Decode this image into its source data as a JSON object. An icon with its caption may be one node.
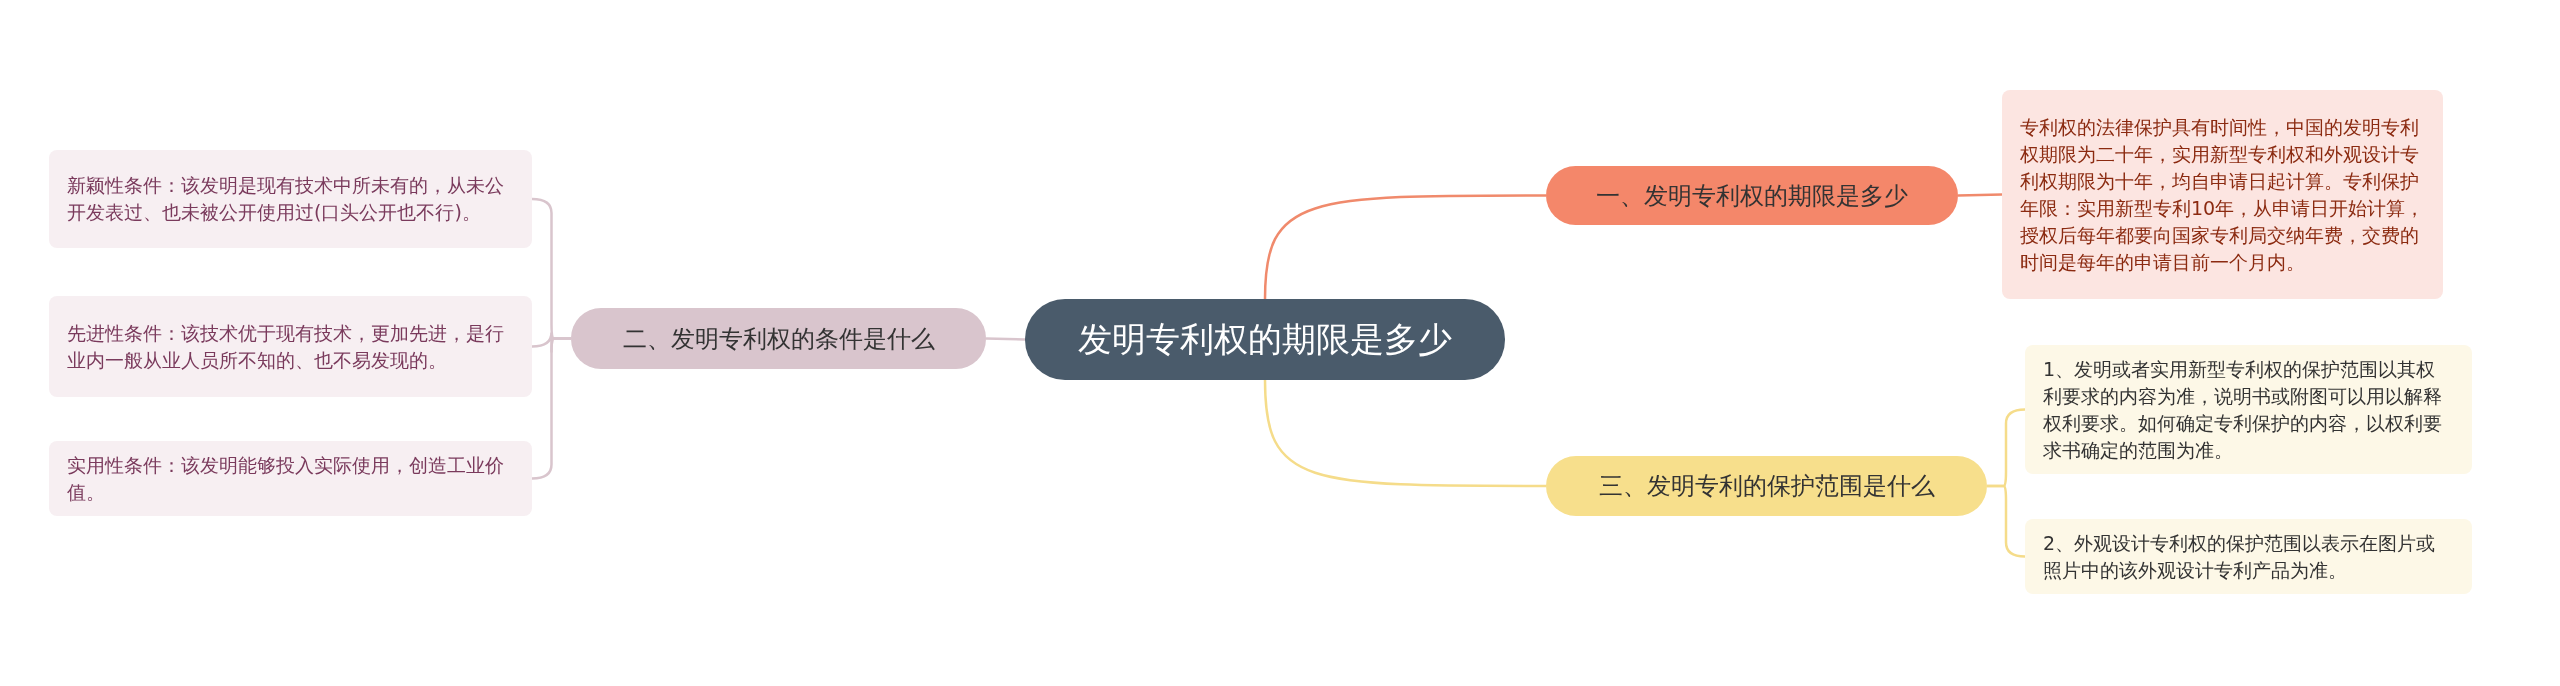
{
  "diagram": {
    "nodes": [
      {
        "text": [
          "发明专利权的期限是多少"
        ]
      },
      {
        "text": [
          "一、发明专利权的期限是多少"
        ]
      },
      {
        "text": [
          "专利权的法律保护具有时间性，中国的发明专利权期限为二十年，实用新型专利权和外观设计专利权期限为十年，均自申请日起计算。专利保护年限：实用新型专利10年，从申请日开始计算，授权后每年都要向国家专利局交纳年费，交费的时间是每年的申请目前一个月内。"
        ]
      },
      {
        "text": [
          "二、发明专利权的条件是什么"
        ]
      },
      {
        "text": [
          "新颖性条件：该发明是现有技术中所未有的，从未公开发表过、也未被公开使用过(口头公开也不行)。"
        ]
      },
      {
        "text": [
          "先进性条件：该技术优于现有技术，更加先进，是行业内一般从业人员所不知的、也不易发现的。"
        ]
      },
      {
        "text": [
          "实用性条件：该发明能够投入实际使用，创造工业价值。"
        ]
      },
      {
        "text": [
          "三、发明专利的保护范围是什么"
        ]
      },
      {
        "text": [
          "1、发明或者实用新型专利权的保护范围以其权利要求的内容为准，说明书或附图可以用以解释权利要求。如何确定专利保护的内容，以权利要求书确定的范围为准。"
        ]
      },
      {
        "text": [
          "2、外观设计专利权的保护范围以表示在图片或照片中的该外观设计专利产品为准。"
        ]
      }
    ],
    "edges": [
      {
        "from": 0,
        "to": 1,
        "arrow": "none",
        "color": "#f08a6c"
      },
      {
        "from": 1,
        "to": 2,
        "arrow": "none",
        "color": "#f08a6c"
      },
      {
        "from": 0,
        "to": 3,
        "arrow": "none",
        "color": "#d9c5cd"
      },
      {
        "from": 3,
        "to": 4,
        "arrow": "none",
        "color": "#d9c5cd"
      },
      {
        "from": 3,
        "to": 5,
        "arrow": "none",
        "color": "#d9c5cd"
      },
      {
        "from": 3,
        "to": 6,
        "arrow": "none",
        "color": "#d9c5cd"
      },
      {
        "from": 0,
        "to": 7,
        "arrow": "none",
        "color": "#f5dc8a"
      },
      {
        "from": 7,
        "to": 8,
        "arrow": "none",
        "color": "#f5dc8a"
      },
      {
        "from": 7,
        "to": 9,
        "arrow": "none",
        "color": "#f5dc8a"
      }
    ]
  }
}
